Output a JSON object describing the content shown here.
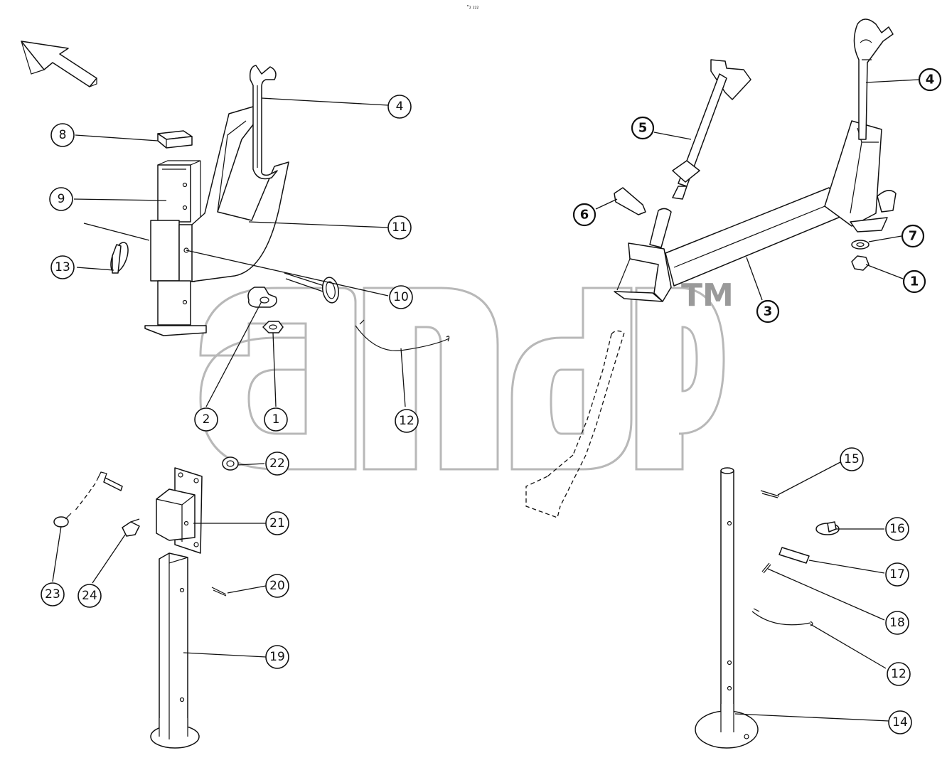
{
  "header": {
    "caption": "\"₂ ₂₂₂"
  },
  "watermark": {
    "tm": "TM"
  },
  "callouts": [
    {
      "label": "4"
    },
    {
      "label": "8"
    },
    {
      "label": "9"
    },
    {
      "label": "11"
    },
    {
      "label": "13"
    },
    {
      "label": "10"
    },
    {
      "label": "2"
    },
    {
      "label": "1"
    },
    {
      "label": "12"
    },
    {
      "label": "22"
    },
    {
      "label": "21"
    },
    {
      "label": "23"
    },
    {
      "label": "24"
    },
    {
      "label": "20"
    },
    {
      "label": "19"
    },
    {
      "label": "4"
    },
    {
      "label": "5"
    },
    {
      "label": "6"
    },
    {
      "label": "7"
    },
    {
      "label": "1"
    },
    {
      "label": "3"
    },
    {
      "label": "15"
    },
    {
      "label": "16"
    },
    {
      "label": "17"
    },
    {
      "label": "18"
    },
    {
      "label": "12"
    },
    {
      "label": "14"
    }
  ]
}
